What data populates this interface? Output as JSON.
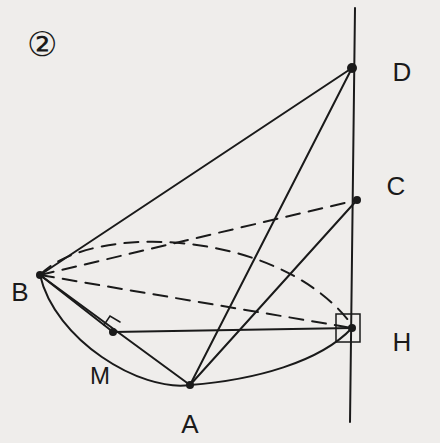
{
  "diagram": {
    "labels": [
      "②",
      "D",
      "C",
      "B",
      "H",
      "M",
      "A"
    ]
  }
}
